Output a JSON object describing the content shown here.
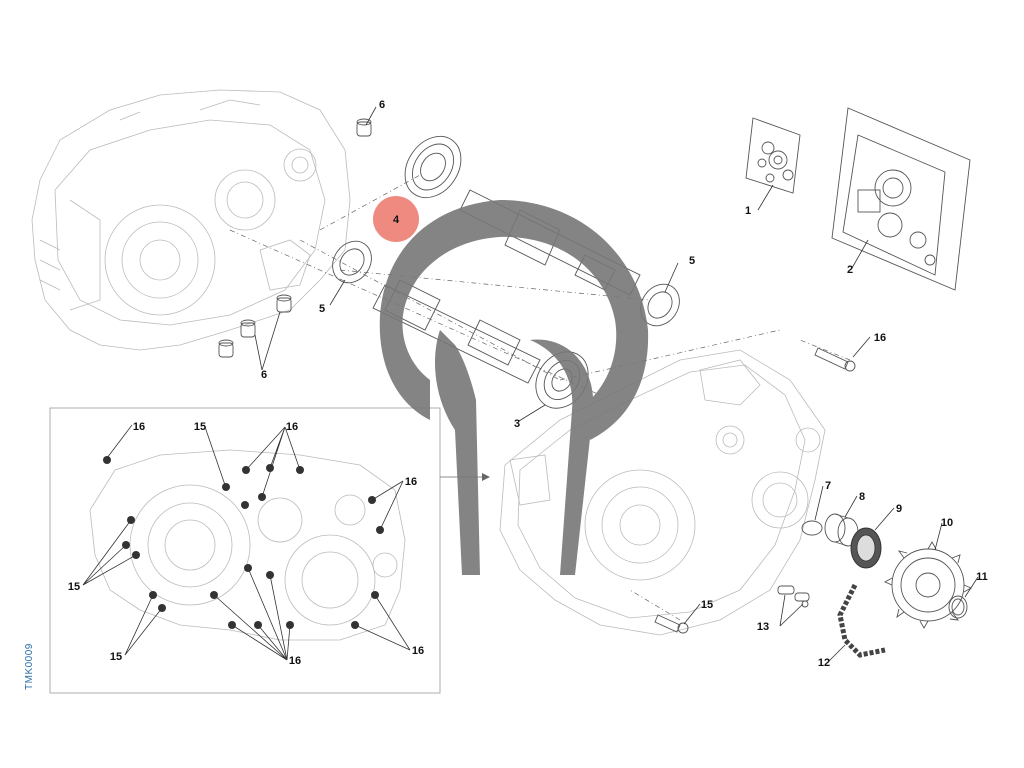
{
  "drawing": {
    "code": "TMK0009",
    "code_color": "#2b6ea8"
  },
  "highlight": {
    "label": "4",
    "color": "#ee8a80"
  },
  "callouts": [
    "1",
    "2",
    "3",
    "4",
    "5",
    "5",
    "6",
    "6",
    "7",
    "8",
    "9",
    "10",
    "11",
    "12",
    "13",
    "15",
    "15",
    "15",
    "15",
    "16",
    "16",
    "16",
    "16",
    "16",
    "16"
  ],
  "watermark": {
    "icon": "elephant-head-logo",
    "color": "#777777"
  }
}
